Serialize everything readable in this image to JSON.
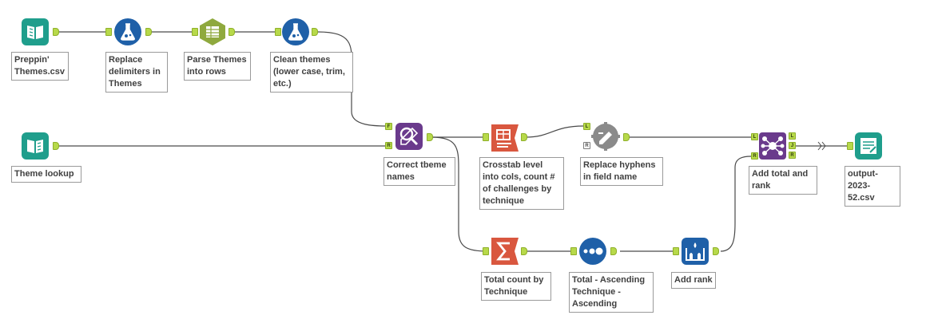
{
  "colors": {
    "input_teal": "#1f9e8c",
    "preparation_blue": "#1f60a8",
    "parse_green": "#8fa93e",
    "transform_orange": "#d9573f",
    "join_purple": "#6a3a8c",
    "anchor_green": "#b7d94a",
    "wire": "#4a4a4a"
  },
  "tools": [
    {
      "id": "input_themes",
      "icon": "book-input-icon",
      "label": "Preppin'\nThemes.csv"
    },
    {
      "id": "replace_delims",
      "icon": "formula-flask-icon",
      "label": "Replace\ndelimiters in\nThemes"
    },
    {
      "id": "parse_rows",
      "icon": "text-to-columns-icon",
      "label": "Parse Themes\ninto rows"
    },
    {
      "id": "clean_themes",
      "icon": "formula-flask-icon",
      "label": " Clean themes\n(lower case, trim,\netc.)"
    },
    {
      "id": "input_lookup",
      "icon": "book-input-icon",
      "label": "Theme lookup"
    },
    {
      "id": "correct_names",
      "icon": "find-replace-icon",
      "label": "Correct tbeme\nnames"
    },
    {
      "id": "crosstab",
      "icon": "crosstab-icon",
      "label": "Crosstab level\ninto cols, count #\nof challenges by\ntechnique"
    },
    {
      "id": "replace_hyphens",
      "icon": "dynamic-rename-icon",
      "label": "Replace hyphens\nin field name"
    },
    {
      "id": "join_total",
      "icon": "join-multiple-icon",
      "label": "Add total and\nrank"
    },
    {
      "id": "output",
      "icon": "output-file-icon",
      "label": "output-2023-\n52.csv"
    },
    {
      "id": "summarize",
      "icon": "summarize-sigma-icon",
      "label": "Total count by\nTechnique"
    },
    {
      "id": "sort",
      "icon": "sort-dots-icon",
      "label": "Total - Ascending\nTechnique -\nAscending"
    },
    {
      "id": "add_rank",
      "icon": "multi-row-formula-icon",
      "label": "Add rank"
    }
  ],
  "anchor_letters": {
    "f": "F",
    "r": "R",
    "l": "L",
    "j": "J"
  }
}
